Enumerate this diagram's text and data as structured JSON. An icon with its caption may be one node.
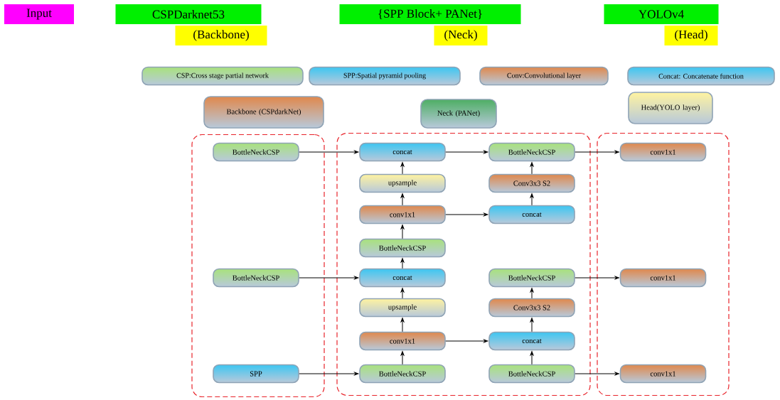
{
  "diagram": {
    "nodes": [
      {
        "text": [
          "Input"
        ]
      },
      {
        "text": [
          "CSPDarknet53"
        ]
      },
      {
        "text": [
          "{SPP Block+ PANet}"
        ]
      },
      {
        "text": [
          "YOLOv4"
        ]
      },
      {
        "text": [
          "(Backbone)"
        ]
      },
      {
        "text": [
          "(Neck)"
        ]
      },
      {
        "text": [
          "(Head)"
        ]
      },
      {
        "text": [
          "CSP:Cross stage partial network"
        ]
      },
      {
        "text": [
          "SPP:Spatial pyramid pooling"
        ]
      },
      {
        "text": [
          "Conv:Convolutional layer"
        ]
      },
      {
        "text": [
          "Concat: Concatenate function"
        ]
      },
      {
        "text": [
          "Backbone (CSPdarkNet)"
        ]
      },
      {
        "text": [
          "Neck (PANet)"
        ]
      },
      {
        "text": [
          "Head(YOLO layer)"
        ]
      },
      {
        "text": [],
        "shape": "box"
      },
      {
        "text": [],
        "shape": "box"
      },
      {
        "text": [],
        "shape": "box"
      },
      {
        "text": [
          "BottleNeckCSP"
        ],
        "in": 14
      },
      {
        "text": [
          "BottleNeckCSP"
        ],
        "in": 14
      },
      {
        "text": [
          "SPP"
        ],
        "in": 14
      },
      {
        "text": [
          "concat"
        ],
        "in": 15
      },
      {
        "text": [
          "upsample"
        ],
        "in": 15
      },
      {
        "text": [
          "conv1x1"
        ],
        "in": 15
      },
      {
        "text": [
          "BottleNeckCSP"
        ],
        "in": 15
      },
      {
        "text": [
          "concat"
        ],
        "in": 15
      },
      {
        "text": [
          "upsample"
        ],
        "in": 15
      },
      {
        "text": [
          "conv1x1"
        ],
        "in": 15
      },
      {
        "text": [
          "BottleNeckCSP"
        ],
        "in": 15
      },
      {
        "text": [
          "BottleNeckCSP"
        ],
        "in": 15
      },
      {
        "text": [
          "Conv3x3 S2"
        ],
        "in": 15
      },
      {
        "text": [
          "concat"
        ],
        "in": 15
      },
      {
        "text": [
          "BottleNeckCSP"
        ],
        "in": 15
      },
      {
        "text": [
          "Conv3x3 S2"
        ],
        "in": 15
      },
      {
        "text": [
          "concat"
        ],
        "in": 15
      },
      {
        "text": [
          "BottleNeckCSP"
        ],
        "in": 15
      },
      {
        "text": [
          "conv1x1"
        ],
        "in": 16
      },
      {
        "text": [
          "conv1x1"
        ],
        "in": 16
      },
      {
        "text": [
          "conv1x1"
        ],
        "in": 16
      }
    ],
    "edges": [
      {
        "from": 17,
        "to": 20,
        "arrow": "to"
      },
      {
        "from": 18,
        "to": 24,
        "arrow": "to"
      },
      {
        "from": 19,
        "to": 27,
        "arrow": "to"
      },
      {
        "from": 27,
        "to": 26,
        "arrow": "to"
      },
      {
        "from": 26,
        "to": 25,
        "arrow": "to"
      },
      {
        "from": 25,
        "to": 24,
        "arrow": "to"
      },
      {
        "from": 24,
        "to": 23,
        "arrow": "to"
      },
      {
        "from": 23,
        "to": 22,
        "arrow": "to"
      },
      {
        "from": 22,
        "to": 21,
        "arrow": "to"
      },
      {
        "from": 21,
        "to": 20,
        "arrow": "to"
      },
      {
        "from": 20,
        "to": 28,
        "arrow": "to"
      },
      {
        "from": 22,
        "to": 30,
        "arrow": "to"
      },
      {
        "from": 26,
        "to": 33,
        "arrow": "to"
      },
      {
        "from": 34,
        "to": 33,
        "arrow": "to"
      },
      {
        "from": 33,
        "to": 32,
        "arrow": "to"
      },
      {
        "from": 32,
        "to": 31,
        "arrow": "to"
      },
      {
        "from": 30,
        "to": 29,
        "arrow": "to"
      },
      {
        "from": 29,
        "to": 28,
        "arrow": "to"
      },
      {
        "from": 28,
        "to": 35,
        "arrow": "to"
      },
      {
        "from": 31,
        "to": 36,
        "arrow": "to"
      },
      {
        "from": 34,
        "to": 37,
        "arrow": "to"
      }
    ]
  }
}
